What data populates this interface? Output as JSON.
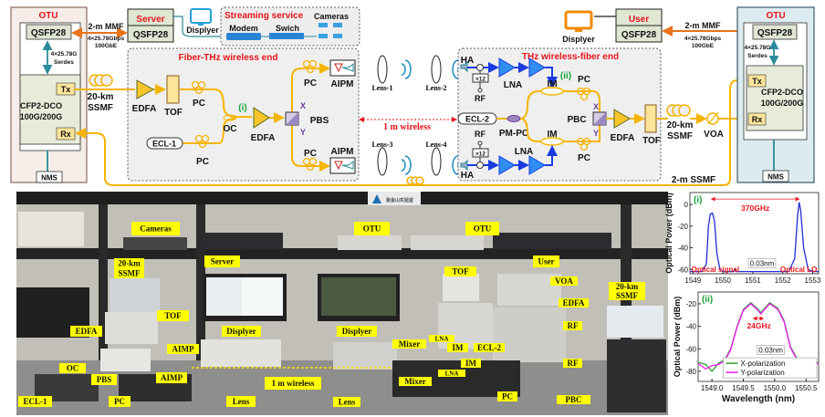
{
  "left_otu": {
    "title": "OTU",
    "qsfp": "QSFP28",
    "serdes_line1": "4×25.78G",
    "serdes_line2": "Serdes",
    "cfp_line1": "CFP2-DCO",
    "cfp_line2": "100G/200G",
    "tx": "Tx",
    "rx": "Rx",
    "nms": "NMS"
  },
  "right_otu": {
    "title": "OTU",
    "qsfp": "QSFP28",
    "serdes_line1": "4×25.78G",
    "serdes_line2": "Serdes",
    "cfp_line1": "CFP2-DCO",
    "cfp_line2": "100G/200G",
    "tx": "Tx",
    "rx": "Rx",
    "nms": "NMS"
  },
  "left_link": {
    "fiber": "2-m MMF",
    "rate": "4×25.78Gbps",
    "eth": "100GbE"
  },
  "right_link": {
    "fiber": "2-m MMF",
    "rate": "4×25.78Gbps",
    "eth": "100GbE"
  },
  "server": {
    "title": "Server",
    "port": "QSFP28"
  },
  "user": {
    "title": "User",
    "port": "QSFP28"
  },
  "displyer_left": "Displyer",
  "displyer_right": "Displyer",
  "streaming": {
    "title": "Streaming service",
    "modem": "Modem",
    "switch": "Swich",
    "cameras": "Cameras"
  },
  "tx_end": {
    "title": "Fiber-THz wireless end",
    "edfa1": "EDFA",
    "tof": "TOF",
    "pc1": "PC",
    "oc": "OC",
    "marker": "(i)",
    "edfa2": "EDFA",
    "ecl": "ECL-1",
    "pc2": "PC",
    "pbs": "PBS",
    "x": "X",
    "y": "Y",
    "pc_top": "PC",
    "pc_bottom": "PC",
    "aipm_top": "AIPM",
    "aipm_bottom": "AIPM"
  },
  "ssmf_left": {
    "l1": "20-km",
    "l2": "SSMF"
  },
  "lenses": [
    "Lens-1",
    "Lens-2",
    "Lens-3",
    "Lens-4"
  ],
  "wireless": "1 m wireless",
  "rx_end": {
    "title": "THz wireless-fiber end",
    "ha_top": "HA",
    "ha_bottom": "HA",
    "mult_top": "×12",
    "mult_bottom": "×12",
    "rf_top": "RF",
    "rf_bottom": "RF",
    "lna_top": "LNA",
    "lna_bottom": "LNA",
    "marker": "(ii)",
    "im_top": "IM",
    "im_bottom": "IM",
    "pc_top": "PC",
    "pc_bottom": "PC",
    "ecl": "ECL-2",
    "pmpc": "PM-PC",
    "pbc": "PBC",
    "x": "X",
    "y": "Y",
    "edfa": "EDFA",
    "tof": "TOF"
  },
  "ssmf_right": {
    "l1": "20-km",
    "l2": "SSMF"
  },
  "voa": "VOA",
  "return_fiber": "2-m SSMF",
  "photo": {
    "logo_text": "紫金山实验室",
    "labels": [
      "Cameras",
      "Server",
      "20-km SSMF",
      "TOF",
      "EDFA",
      "Displyer",
      "AIMP",
      "OC",
      "PBS",
      "AIMP",
      "1 m wireless",
      "ECL-1",
      "PC",
      "Lens",
      "OTU",
      "OTU",
      "User",
      "TOF",
      "VOA",
      "20-km SSMF",
      "EDFA",
      "RF",
      "Displyer",
      "Mixer",
      "LNA",
      "IM",
      "ECL-2",
      "IM",
      "RF",
      "LNA",
      "Mixer",
      "Lens",
      "PC",
      "PBC"
    ]
  },
  "chart_data": [
    {
      "type": "line",
      "panel": "(i)",
      "ylabel": "Optical Power (dBm)",
      "xlabel": "",
      "xlim": [
        1548.9,
        1553.2
      ],
      "ylim": [
        -64,
        11
      ],
      "xticks": [
        1549,
        1550,
        1551,
        1552,
        1553
      ],
      "yticks": [
        0,
        -20,
        -40,
        -60
      ],
      "annotations": {
        "spacing": "370GHz",
        "resolution": "0.03nm",
        "left": "Optical signal",
        "right": "Optical LO"
      },
      "series": [
        {
          "color": "#1f2fd0",
          "x": [
            1548.9,
            1549.3,
            1549.45,
            1549.52,
            1549.58,
            1549.65,
            1549.72,
            1549.8,
            1549.9,
            1550.0,
            1550.35,
            1550.4,
            1550.45,
            1551.0,
            1552.2,
            1552.4,
            1552.5,
            1552.55,
            1552.6,
            1552.7,
            1552.85,
            1553.0,
            1553.2
          ],
          "y": [
            -62,
            -62,
            -55,
            -20,
            -9,
            -8,
            -15,
            -45,
            -60,
            -62,
            -62,
            -60,
            -62,
            -62,
            -62,
            -50,
            -10,
            2,
            -5,
            -40,
            -60,
            -62,
            -62
          ]
        }
      ]
    },
    {
      "type": "line",
      "panel": "(ii)",
      "ylabel": "Optical Power (dBm)",
      "xlabel": "Wavelength (nm)",
      "xlim": [
        1548.78,
        1550.7
      ],
      "ylim": [
        -89,
        -9.5
      ],
      "xticks": [
        1549.0,
        1549.5,
        1550.0,
        1550.5
      ],
      "xtick_labels": [
        "1549.0",
        "1549.5",
        "1550.0",
        "1550.5"
      ],
      "yticks": [
        -20,
        -40,
        -60,
        -80
      ],
      "annotations": {
        "spacing": "24GHz",
        "resolution": "0.03nm"
      },
      "legend": "bottom-right",
      "series": [
        {
          "name": "X-polarization",
          "color": "#2e9e2e",
          "x": [
            1548.78,
            1548.9,
            1549.0,
            1549.1,
            1549.2,
            1549.3,
            1549.4,
            1549.5,
            1549.62,
            1549.72,
            1549.78,
            1549.84,
            1549.92,
            1550.05,
            1550.15,
            1550.25,
            1550.35,
            1550.45,
            1550.6,
            1550.7
          ],
          "y": [
            -72,
            -74,
            -80,
            -73,
            -70,
            -60,
            -40,
            -25,
            -19,
            -24,
            -28,
            -24,
            -19,
            -24,
            -35,
            -58,
            -68,
            -72,
            -73,
            -72
          ]
        },
        {
          "name": "Y-polarization",
          "color": "#ff1aff",
          "x": [
            1548.78,
            1548.9,
            1549.0,
            1549.1,
            1549.2,
            1549.3,
            1549.4,
            1549.5,
            1549.62,
            1549.72,
            1549.78,
            1549.84,
            1549.92,
            1550.05,
            1550.15,
            1550.25,
            1550.35,
            1550.45,
            1550.6,
            1550.7
          ],
          "y": [
            -73,
            -78,
            -75,
            -74,
            -71,
            -61,
            -41,
            -26,
            -20,
            -25,
            -29,
            -25,
            -20,
            -25,
            -36,
            -59,
            -69,
            -73,
            -74,
            -73
          ]
        }
      ]
    }
  ]
}
